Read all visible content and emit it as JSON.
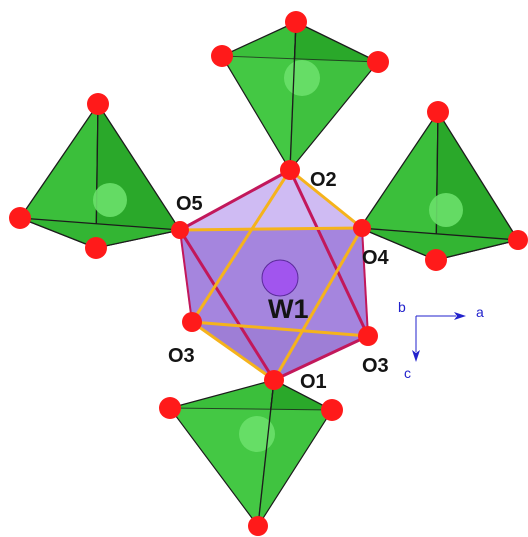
{
  "labels": {
    "center": "W1",
    "o2": "O2",
    "o5": "O5",
    "o4": "O4",
    "o3_left": "O3",
    "o3_right": "O3",
    "o1": "O1"
  },
  "axes": {
    "b": "b",
    "a": "a",
    "c": "c"
  },
  "colors": {
    "oxygen": "#ff1a1a",
    "tetra_fill": "#39c639",
    "tetra_light": "#5fe05f",
    "octa_fill": "#b99bea",
    "octa_dark": "#7a54c8",
    "tungsten": "#a155ee",
    "bond_yellow": "#f5b31c",
    "bond_magenta": "#c2185b",
    "axis": "#2222cc"
  }
}
